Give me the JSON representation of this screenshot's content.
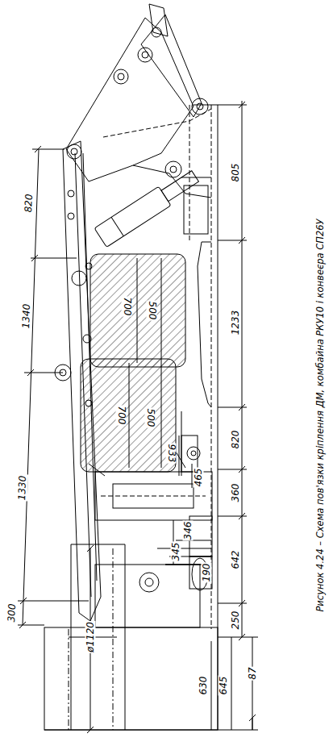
{
  "diagram": {
    "caption": "Рисунок 4.24 – Схема пов'язки кріплення ДМ, комбайна РКУ10 і конвеєра СП26У",
    "labels": [
      "820",
      "1340",
      "1330",
      "300",
      "ø1120",
      "630",
      "645",
      "87",
      "805",
      "1233",
      "820",
      "360",
      "642",
      "250",
      "190",
      "345",
      "346",
      "700",
      "500",
      "700",
      "500",
      "933",
      "465"
    ]
  }
}
